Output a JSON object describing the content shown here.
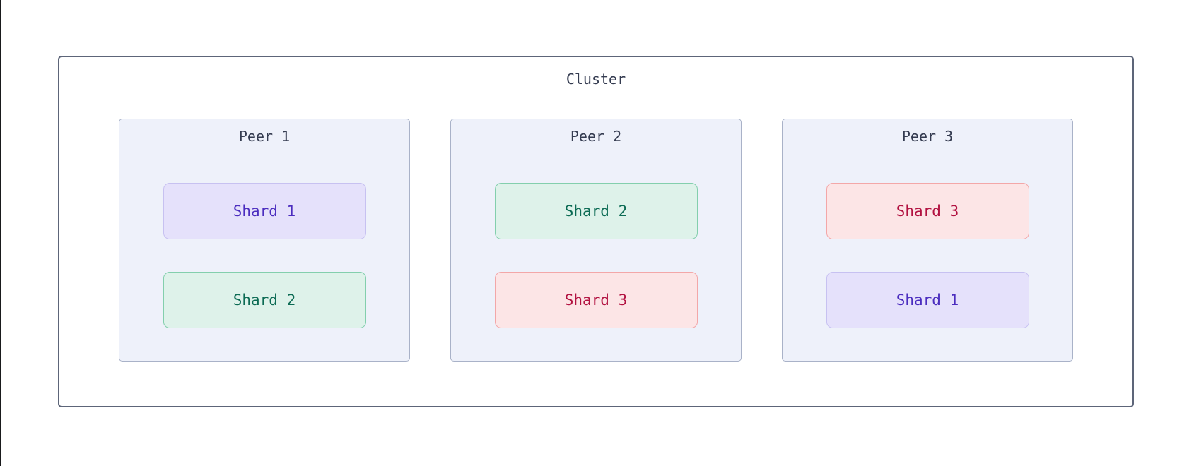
{
  "cluster": {
    "label": "Cluster",
    "peers": [
      {
        "label": "Peer 1",
        "shards": [
          {
            "label": "Shard 1",
            "variant": "purple"
          },
          {
            "label": "Shard 2",
            "variant": "green"
          }
        ]
      },
      {
        "label": "Peer 2",
        "shards": [
          {
            "label": "Shard 2",
            "variant": "green"
          },
          {
            "label": "Shard 3",
            "variant": "red"
          }
        ]
      },
      {
        "label": "Peer 3",
        "shards": [
          {
            "label": "Shard 3",
            "variant": "red"
          },
          {
            "label": "Shard 1",
            "variant": "purple"
          }
        ]
      }
    ]
  },
  "colors": {
    "page_background": "#ffffff",
    "left_edge_line": "#191a1c",
    "cluster_border": "#5d6579",
    "cluster_label_text": "#343b50",
    "peer_background": "#eef1fa",
    "peer_border": "#a9b2c8",
    "peer_label_text": "#343b50",
    "variants": {
      "purple": {
        "bg": "#e5e1fb",
        "border": "#c7c1f1",
        "text": "#4b2dbf"
      },
      "green": {
        "bg": "#def2ea",
        "border": "#83cfad",
        "text": "#0c6b54"
      },
      "red": {
        "bg": "#fce5e6",
        "border": "#f3a7a8",
        "text": "#b21241"
      }
    }
  }
}
